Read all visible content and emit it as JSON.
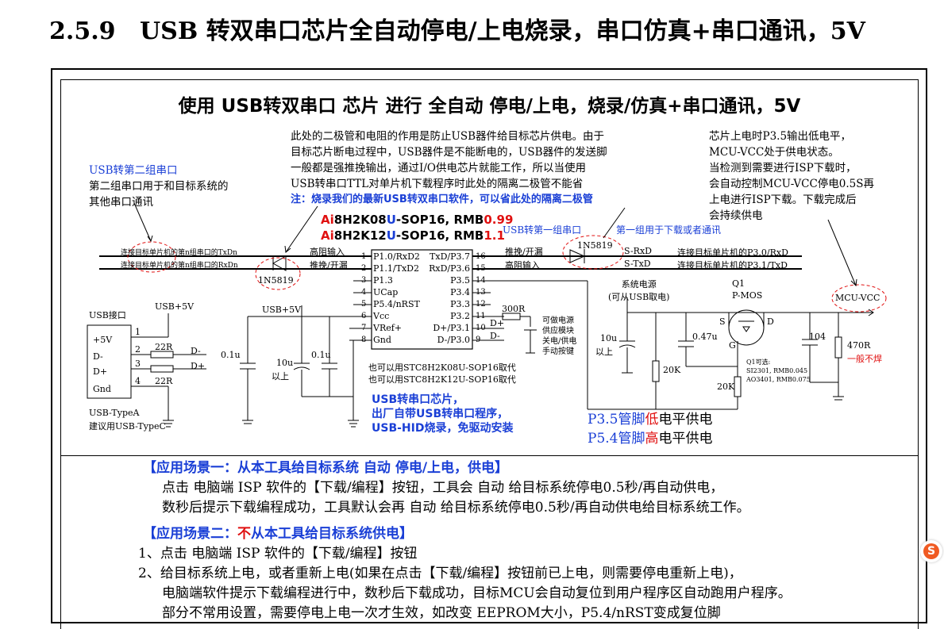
{
  "header": {
    "number": "2.5.9",
    "title": "USB 转双串口芯片全自动停电/上电烧录，串口仿真+串口通讯，5V"
  },
  "diagram": {
    "title": "使用 USB转双串口 芯片 进行 全自动 停电/上电，烧录/仿真+串口通讯，5V",
    "second_port": {
      "heading": "USB转第二组串口",
      "desc1": "第二组串口用于和目标系统的",
      "desc2": "其他串口通讯"
    },
    "diode_note": {
      "line1": "此处的二极管和电阻的作用是防止USB器件给目标芯片供电。由于",
      "line2": "目标芯片断电过程中，USB器件是不能断电的，USB器件的发送脚",
      "line3": "一般都是强推挽输出，通过I/O供电芯片就能工作，所以当使用",
      "line4": "USB转串口TTL对单片机下载程序时此处的隔离二极管不能省",
      "line5": "注：烧录我们的最新USB转双串口软件，可以省此处的隔离二极管"
    },
    "mcu_note": {
      "line1": "芯片上电时P3.5输出低电平，",
      "line2": "MCU-VCC处于供电状态。",
      "line3": "当检测到需要进行ISP下载时，",
      "line4": "会自动控制MCU-VCC停电0.5S再",
      "line5": "上电进行ISP下载。下载完成后",
      "line6": "会持续供电"
    },
    "chip1": {
      "ai": "Ai",
      "a": "8H2K08",
      "u": "U",
      "b": "-SOP16, RMB",
      "price": "0.99"
    },
    "chip2": {
      "ai": "Ai",
      "a": "8H2K12",
      "u": "U",
      "b": "-SOP16, RMB",
      "price": "1.1"
    },
    "first_port": "USB转第一组串口",
    "first_port_use": "第一组用于下载或者通讯",
    "left_net1": "连接目标单片机的第n组串口的TxDn",
    "left_net2": "连接目标单片机的第n组串口的RxDn",
    "right_net1": "连接目标单片机的P3.0/RxD",
    "right_net2": "连接目标单片机的P3.1/TxD",
    "hiz_in": "高阻输入",
    "pushpull_leak": "推挽/开漏",
    "pushpull_leak2": "推挽/开漏",
    "hiz_in2": "高阻输入",
    "srxd": "S-RxD",
    "stxd": "S-TxD",
    "diode_label_left": "1N5819",
    "diode_label_right": "1N5819",
    "pins_left": [
      "P1.0/RxD2",
      "P1.1/TxD2",
      "P1.3",
      "UCap",
      "P5.4/nRST",
      "Vcc",
      "VRef+",
      "Gnd"
    ],
    "pins_left_num": [
      "1",
      "2",
      "3",
      "4",
      "5",
      "6",
      "7",
      "8"
    ],
    "pins_right": [
      "TxD/P3.7",
      "RxD/P3.6",
      "P3.5",
      "P3.4",
      "P3.3",
      "P3.2",
      "D+/P3.1",
      "D-/P3.0"
    ],
    "pins_right_num": [
      "16",
      "15",
      "14",
      "13",
      "12",
      "11",
      "10",
      "9"
    ],
    "usb_conn": "USB接口",
    "usb_pins": [
      "+5V",
      "D-",
      "D+",
      "Gnd"
    ],
    "usb_pin_nums": [
      "1",
      "2",
      "3",
      "4"
    ],
    "usb_type": "USB-TypeA",
    "usb_type2": "建议用USB-TypeC",
    "usb5v": "USB+5V",
    "usb5v_2": "USB+5V",
    "r22a": "22R",
    "r22b": "22R",
    "dminus": "D-",
    "dplus": "D+",
    "dminus2": "D-",
    "dplus2": "D+",
    "c01a": "0.1u",
    "c10u": "10u",
    "c10u_b": "以上",
    "c01b": "0.1u",
    "r300": "300R",
    "button": {
      "l1": "可做电源",
      "l2": "供应模块",
      "l3": "关电/供电",
      "l4": "手动按键"
    },
    "alt1": "也可以用STC8H2K08U-SOP16取代",
    "alt2": "也可以用STC8H2K12U-SOP16取代",
    "chip_blurb": {
      "l1": "USB转串口芯片，",
      "l2": "出厂自带USB转串口程序，",
      "l3": "USB-HID烧录，免驱动安装"
    },
    "sys_power": {
      "l1": "系统电源",
      "l2": "(可从USB取电)"
    },
    "c10u2": "10u",
    "c10u2_b": "以上",
    "r20k_a": "20K",
    "c047": "0.47u",
    "q1": "Q1",
    "pmos": "P-MOS",
    "s": "S",
    "d": "D",
    "g": "G",
    "q1_alt": {
      "l1": "Q1可选:",
      "l2": "SI2301, RMB0.045",
      "l3": "AO3401, RMB0.075"
    },
    "r20k_b": "20K",
    "c104": "104",
    "r470": "470R",
    "no_solder": "一般不焊",
    "mcu_vcc": "MCU-VCC",
    "p35": {
      "a": "P3.5管脚",
      "b": "低",
      "c": "电平供电"
    },
    "p54": {
      "a": "P5.4管脚",
      "b": "高",
      "c": "电平供电"
    }
  },
  "scenes": {
    "s1_title": "【应用场景一：从本工具给目标系统 自动 停电/上电，供电】",
    "s1_l1": "点击 电脑端 ISP 软件的【下载/编程】按钮，工具会 自动 给目标系统停电0.5秒/再自动供电，",
    "s1_l2": "数秒后提示下载编程成功，工具默认会再 自动 给目标系统停电0.5秒/再自动供电给目标系统工作。",
    "s2_title_a": "【应用场景二：",
    "s2_title_b": "不",
    "s2_title_c": "从本工具给目标系统供电】",
    "s2_l1": "1、点击 电脑端 ISP 软件的【下载/编程】按钮",
    "s2_l2": "2、给目标系统上电，或者重新上电(如果在点击【下载/编程】按钮前已上电，则需要停电重新上电)，",
    "s2_l3": "电脑端软件提示下载编程进行中，数秒后下载成功，目标MCU会自动复位到用户程序区自动跑用户程序。",
    "s2_l4": "部分不常用设置，需要停电上电一次才生效，如改变 EEPROM大小，P5.4/nRST变成复位脚"
  },
  "logo": {
    "glyph": "S"
  },
  "colors": {
    "blue": "#1a3fd6",
    "red": "#e01010"
  }
}
